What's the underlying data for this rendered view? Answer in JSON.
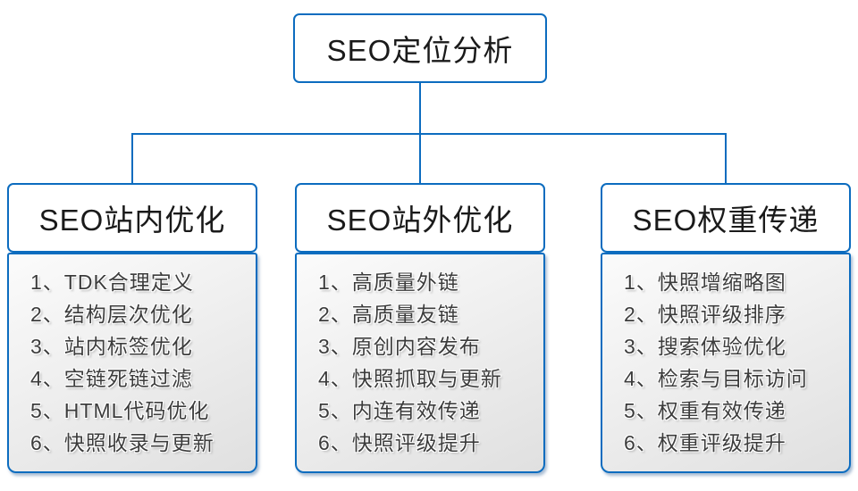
{
  "colors": {
    "line_blue": "#0c6cbf",
    "header_text": "#1a1a1a",
    "item_text": "#3c3c3c",
    "panel_gradient_top": "#fbfbfb",
    "panel_gradient_bottom": "#e0e0e0"
  },
  "root": {
    "label": "SEO定位分析"
  },
  "branches": [
    {
      "label": "SEO站内优化",
      "items": [
        "1、TDK合理定义",
        "2、结构层次优化",
        "3、站内标签优化",
        "4、空链死链过滤",
        "5、HTML代码优化",
        "6、快照收录与更新"
      ]
    },
    {
      "label": "SEO站外优化",
      "items": [
        "1、高质量外链",
        "2、高质量友链",
        "3、原创内容发布",
        "4、快照抓取与更新",
        "5、内连有效传递",
        "6、快照评级提升"
      ]
    },
    {
      "label": "SEO权重传递",
      "items": [
        "1、快照增缩略图",
        "2、快照评级排序",
        "3、搜索体验优化",
        "4、检索与目标访问",
        "5、权重有效传递",
        "6、权重评级提升"
      ]
    }
  ]
}
